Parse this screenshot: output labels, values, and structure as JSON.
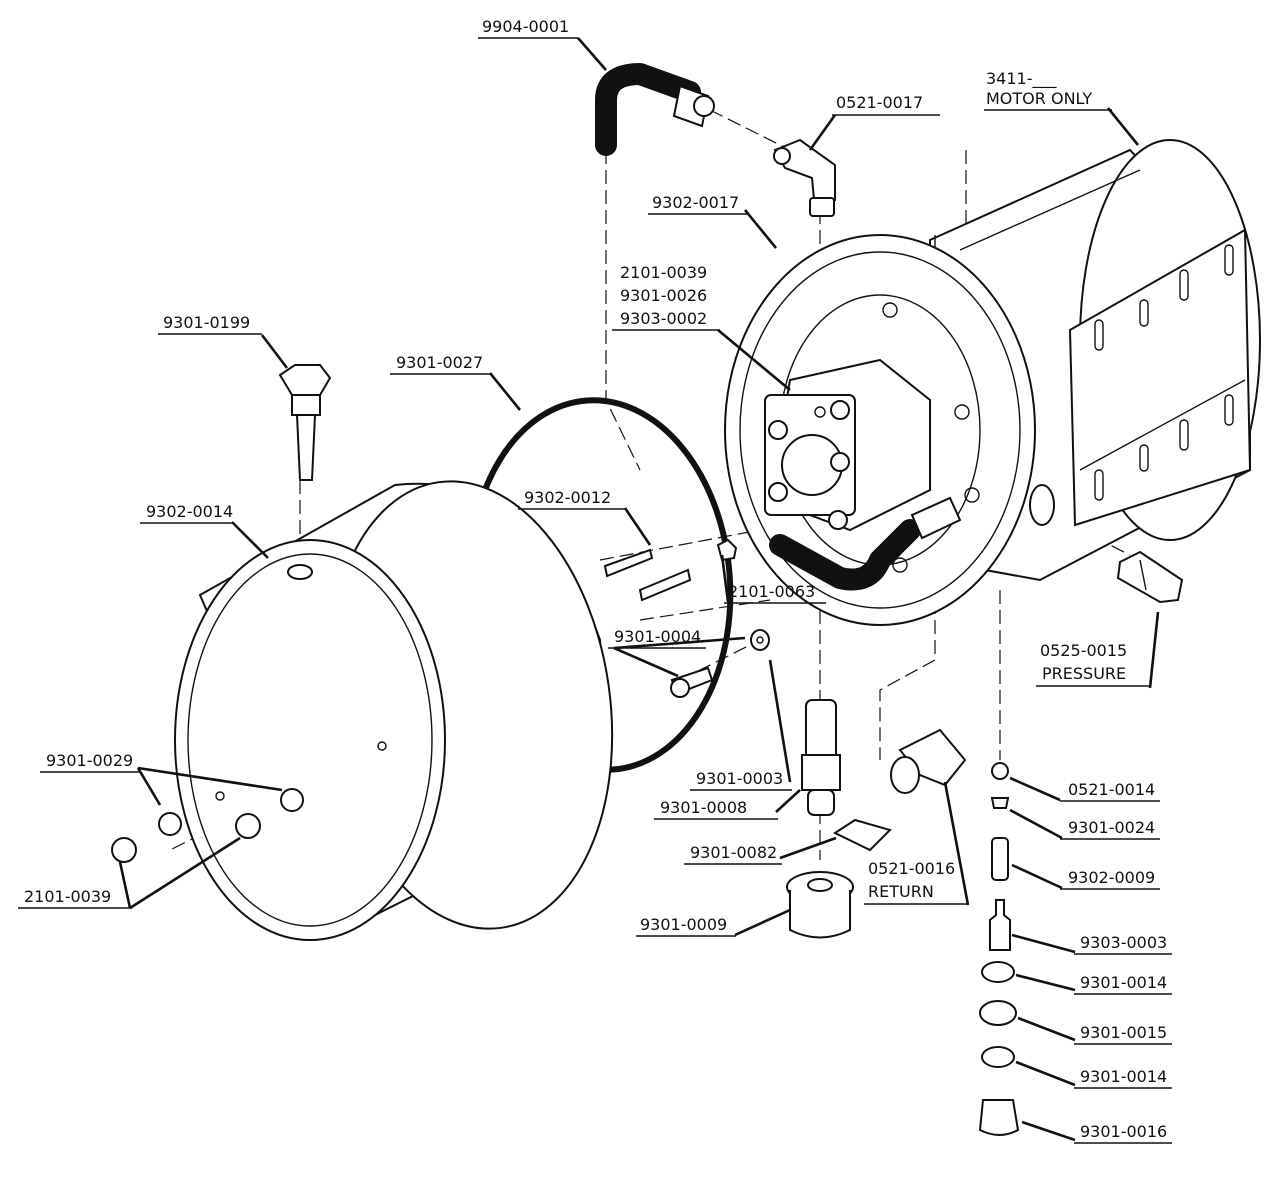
{
  "labels": {
    "hose_9904_0001": "9904-0001",
    "elbow_0521_0017": "0521-0017",
    "motor_line1": "3411-___",
    "motor_line2": "MOTOR ONLY",
    "flange_9302_0017": "9302-0017",
    "pump_line1": "2101-0039",
    "pump_line2": "9301-0026",
    "pump_line3": "9303-0002",
    "plug_9301_0199": "9301-0199",
    "oring_9301_0027": "9301-0027",
    "rod_9302_0012": "9302-0012",
    "tank_9302_0014": "9302-0014",
    "nut_2101_0063": "2101-0063",
    "screw_9301_0004": "9301-0004",
    "washer_9301_0003": "9301-0003",
    "nipple_9301_0008": "9301-0008",
    "pad_9301_0082": "9301-0082",
    "strainer_9301_0009": "9301-0009",
    "return_line1": "0521-0016",
    "return_line2": "RETURN",
    "pressure_line1": "0525-0015",
    "pressure_line2": "PRESSURE",
    "ball_0521_0014": "0521-0014",
    "seat_9301_0024": "9301-0024",
    "spring_9302_0009": "9302-0009",
    "adjuster_9303_0003": "9303-0003",
    "washer_9301_0014_a": "9301-0014",
    "nut_9301_0015": "9301-0015",
    "washer_9301_0014_b": "9301-0014",
    "cap_9301_0016": "9301-0016",
    "washer_9301_0029": "9301-0029",
    "nut_2101_0039": "2101-0039"
  }
}
